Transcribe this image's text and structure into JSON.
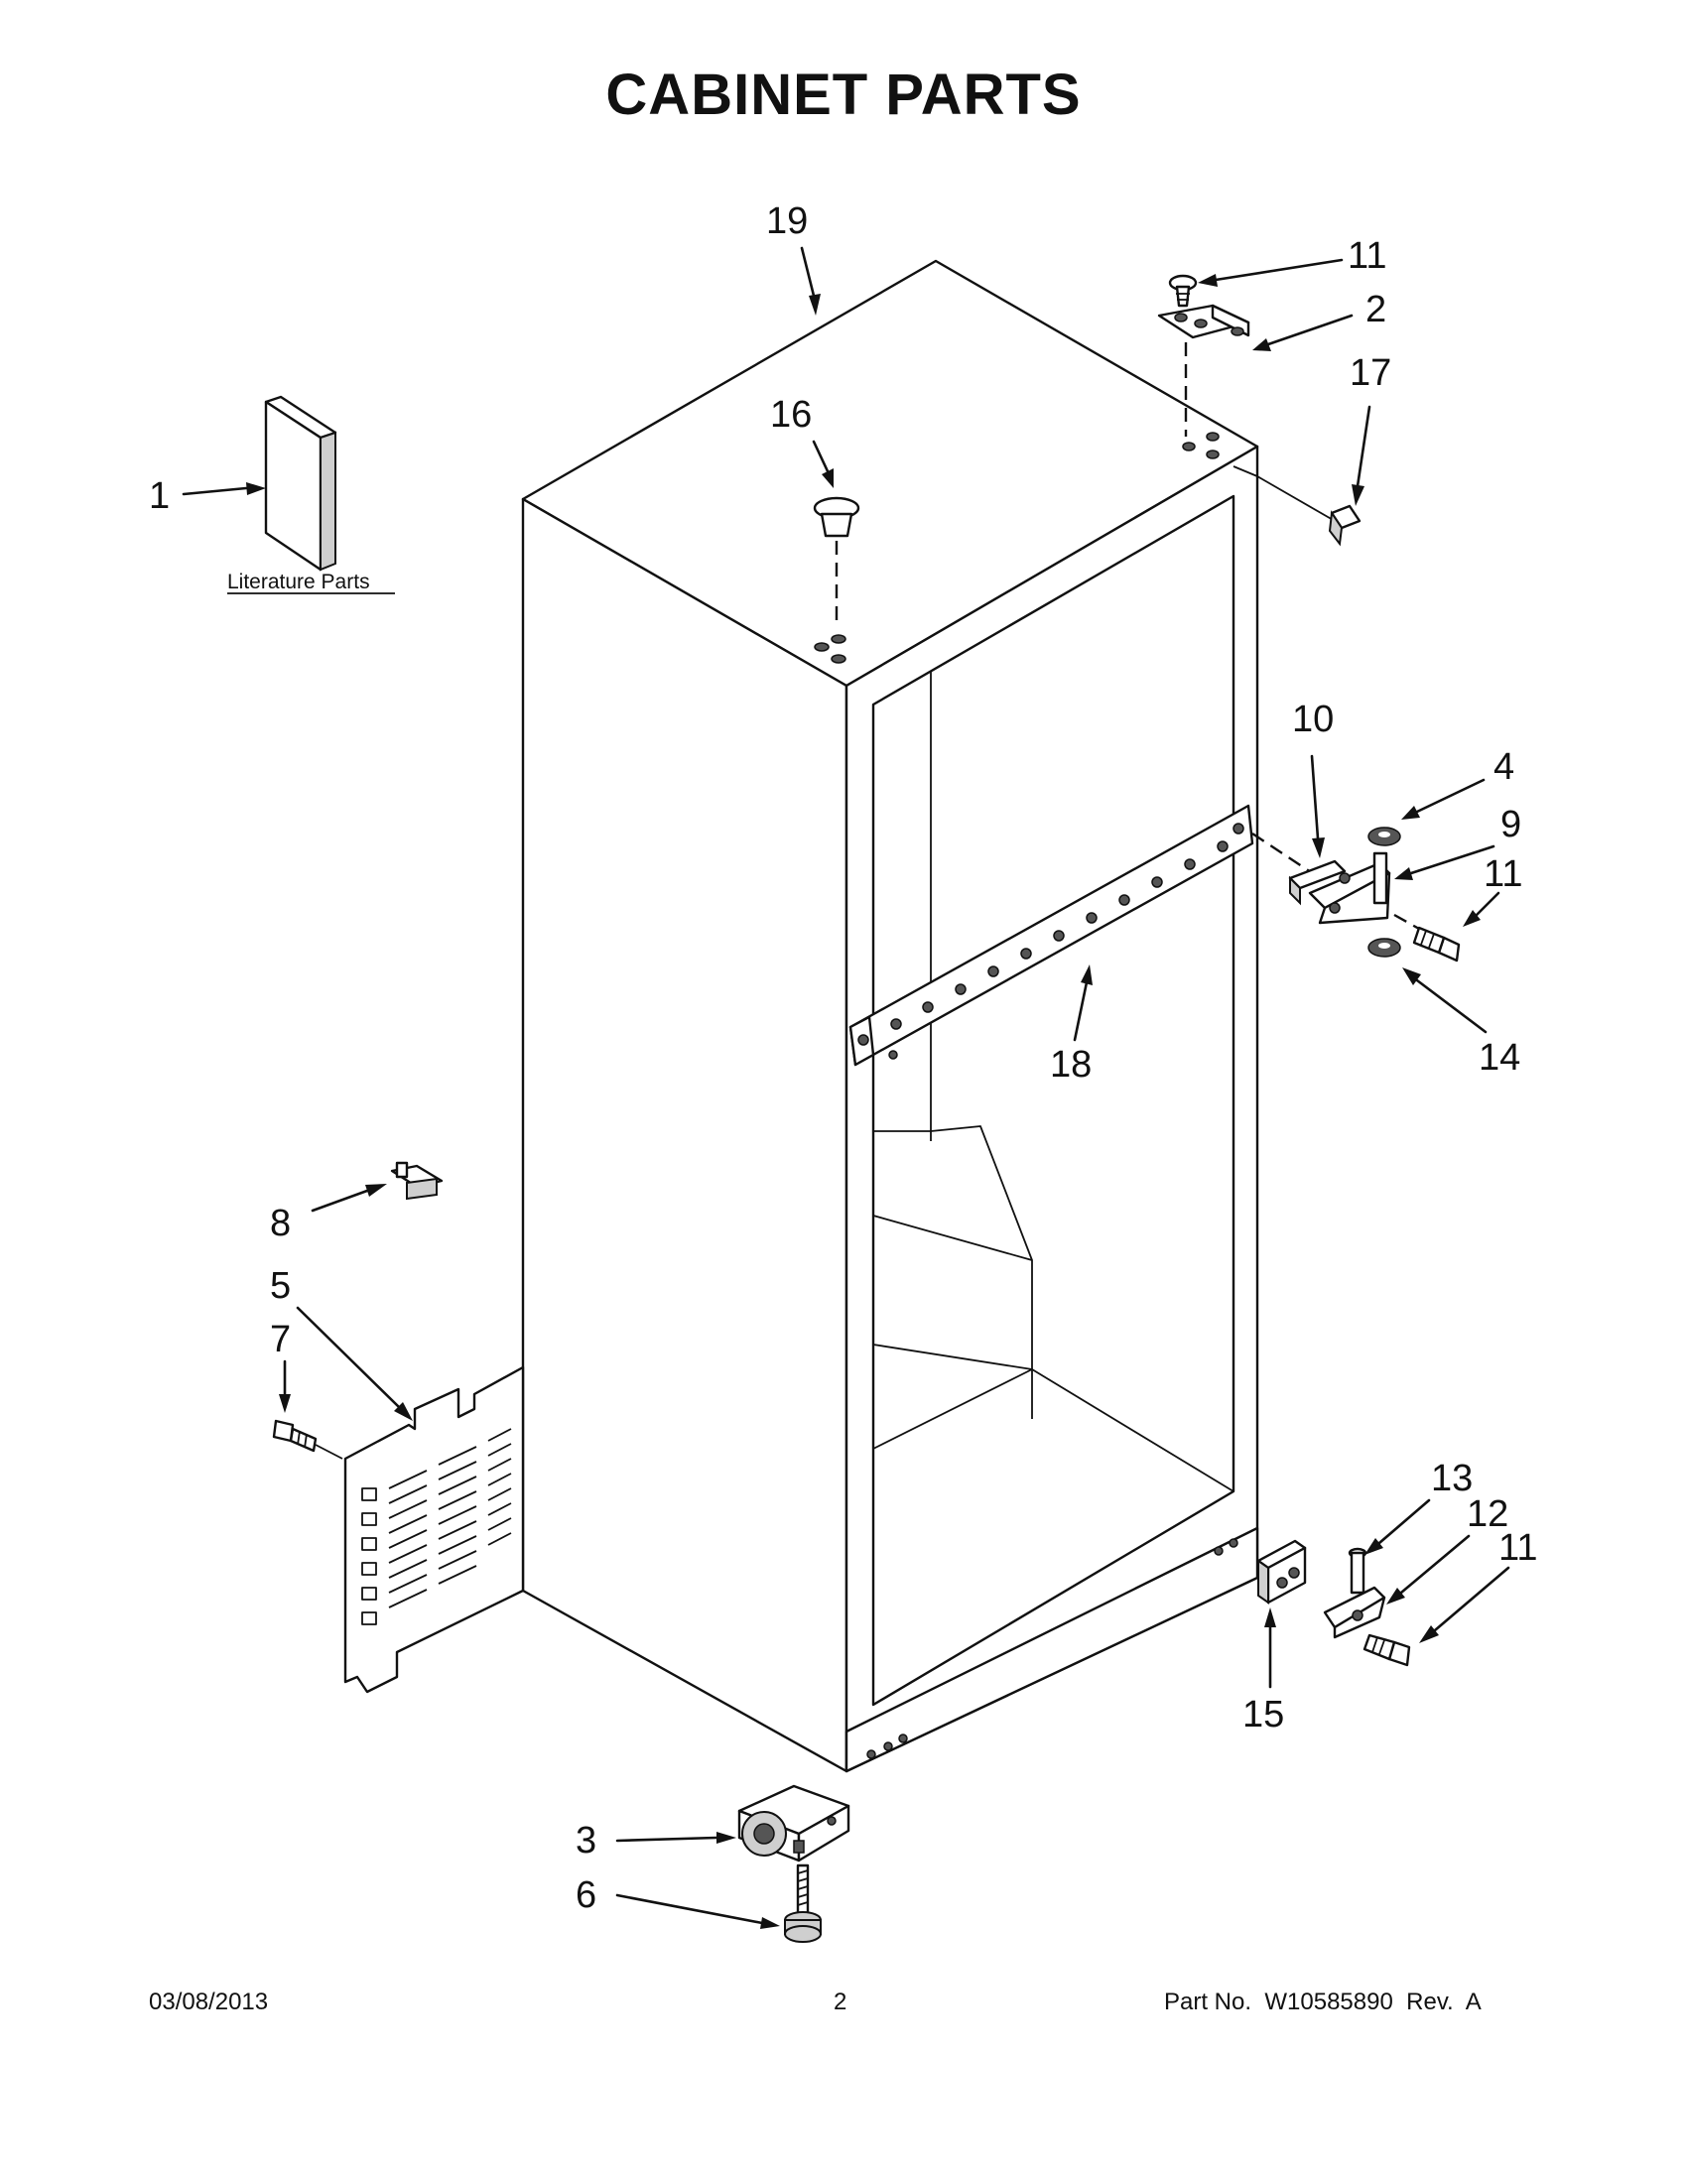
{
  "title": "CABINET PARTS",
  "literature_label": "Literature Parts",
  "callouts": {
    "c1": "1",
    "c2": "2",
    "c3": "3",
    "c4": "4",
    "c5": "5",
    "c6": "6",
    "c7": "7",
    "c8": "8",
    "c9": "9",
    "c10": "10",
    "c11a": "11",
    "c11b": "11",
    "c11c": "11",
    "c12": "12",
    "c13": "13",
    "c14": "14",
    "c15": "15",
    "c16": "16",
    "c17": "17",
    "c18": "18",
    "c19": "19"
  },
  "footer": {
    "date": "03/08/2013",
    "page": "2",
    "part_label": "Part No.",
    "part_number": "W10585890",
    "rev_label": "Rev.",
    "rev": "A"
  }
}
